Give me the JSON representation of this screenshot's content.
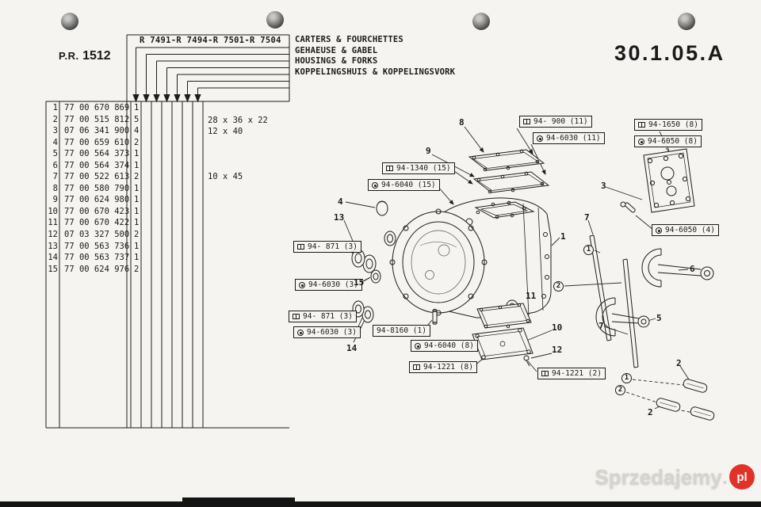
{
  "page": {
    "pr_label": "P.R.",
    "pr_number": "1512",
    "page_code": "30.1.05.A",
    "models_header": "R 7491-R 7494-R 7501-R 7504",
    "titles": [
      "CARTERS & FOURCHETTES",
      "GEHAEUSE & GABEL",
      "HOUSINGS & FORKS",
      "KOPPELINGSHUIS & KOPPELINGSVORK"
    ],
    "watermark_text": "Sprzedajemy",
    "watermark_dot": ".",
    "watermark_tld": "pl"
  },
  "colors": {
    "ink": "#1a1a1a",
    "paper": "#f5f4f1",
    "accent_red": "#e03226"
  },
  "parts_table": {
    "rows": [
      {
        "no": "1",
        "ref": "77 00 670 869",
        "qty": "1",
        "dim": ""
      },
      {
        "no": "2",
        "ref": "77 00 515 812",
        "qty": "5",
        "dim": "28 x 36 x 22"
      },
      {
        "no": "3",
        "ref": "07 06 341 900",
        "qty": "4",
        "dim": "12 x 40"
      },
      {
        "no": "4",
        "ref": "77 00 659 610",
        "qty": "2",
        "dim": ""
      },
      {
        "no": "5",
        "ref": "77 00 564 373",
        "qty": "1",
        "dim": ""
      },
      {
        "no": "6",
        "ref": "77 00 564 374",
        "qty": "1",
        "dim": ""
      },
      {
        "no": "7",
        "ref": "77 00 522 613",
        "qty": "2",
        "dim": "10 x 45"
      },
      {
        "no": "8",
        "ref": "77 00 580 790",
        "qty": "1",
        "dim": ""
      },
      {
        "no": "9",
        "ref": "77 00 624 980",
        "qty": "1",
        "dim": ""
      },
      {
        "no": "10",
        "ref": "77 00 670 423",
        "qty": "1",
        "dim": ""
      },
      {
        "no": "11",
        "ref": "77 00 670 422",
        "qty": "1",
        "dim": ""
      },
      {
        "no": "12",
        "ref": "07 03 327 500",
        "qty": "2",
        "dim": ""
      },
      {
        "no": "13",
        "ref": "77 00 563 736",
        "qty": "1",
        "dim": ""
      },
      {
        "no": "14",
        "ref": "77 00 563 737",
        "qty": "1",
        "dim": ""
      },
      {
        "no": "15",
        "ref": "77 00 624 976",
        "qty": "2",
        "dim": ""
      }
    ]
  },
  "diagram": {
    "labels": [
      {
        "text": "94- 900 (11)",
        "icon": "gasket-kit-icon"
      },
      {
        "text": "94-6030 (11)",
        "icon": "screw-kit-icon"
      },
      {
        "text": "94-1650 (8)",
        "icon": "gasket-kit-icon"
      },
      {
        "text": "94-6050 (8)",
        "icon": "screw-kit-icon"
      },
      {
        "text": "94-1340 (15)",
        "icon": "gasket-kit-icon"
      },
      {
        "text": "94-6040 (15)",
        "icon": "screw-kit-icon"
      },
      {
        "text": "94-6050 (4)",
        "icon": "screw-kit-icon"
      },
      {
        "text": "94- 871 (3)",
        "icon": "gasket-kit-icon"
      },
      {
        "text": "94-6030 (3)",
        "icon": "screw-kit-icon"
      },
      {
        "text": "94- 871 (3)",
        "icon": "gasket-kit-icon"
      },
      {
        "text": "94-6030 (3)",
        "icon": "screw-kit-icon"
      },
      {
        "text": "94-8160 (1)",
        "icon": "none"
      },
      {
        "text": "94-6040 (8)",
        "icon": "screw-kit-icon"
      },
      {
        "text": "94-1221 (8)",
        "icon": "gasket-kit-icon"
      },
      {
        "text": "94-1221 (2)",
        "icon": "gasket-kit-icon"
      }
    ],
    "callouts": [
      "8",
      "9",
      "3",
      "4",
      "13",
      "1",
      "7",
      "6",
      "15",
      "11",
      "5",
      "7",
      "10",
      "12",
      "14",
      "2",
      "2"
    ],
    "circled": [
      "1",
      "2",
      "1",
      "2"
    ]
  }
}
